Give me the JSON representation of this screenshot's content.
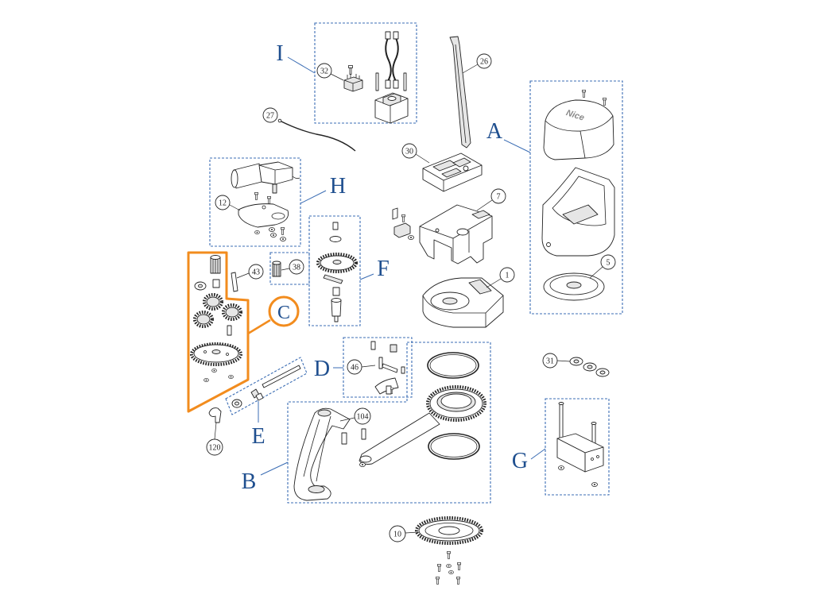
{
  "group_labels": {
    "A": "A",
    "B": "B",
    "C": "C",
    "D": "D",
    "E": "E",
    "F": "F",
    "G": "G",
    "H": "H",
    "I": "I"
  },
  "part_numbers": {
    "p1": "1",
    "p5": "5",
    "p7": "7",
    "p10": "10",
    "p12": "12",
    "p26": "26",
    "p27": "27",
    "p30": "30",
    "p31": "31",
    "p32": "32",
    "p38": "38",
    "p43": "43",
    "p46": "46",
    "p104": "104",
    "p120": "120"
  },
  "logo_text": "Nice",
  "colors": {
    "group_box": "#3b6db4",
    "group_letter": "#1f4f8f",
    "highlight": "#f28c1e",
    "ink": "#222222"
  }
}
